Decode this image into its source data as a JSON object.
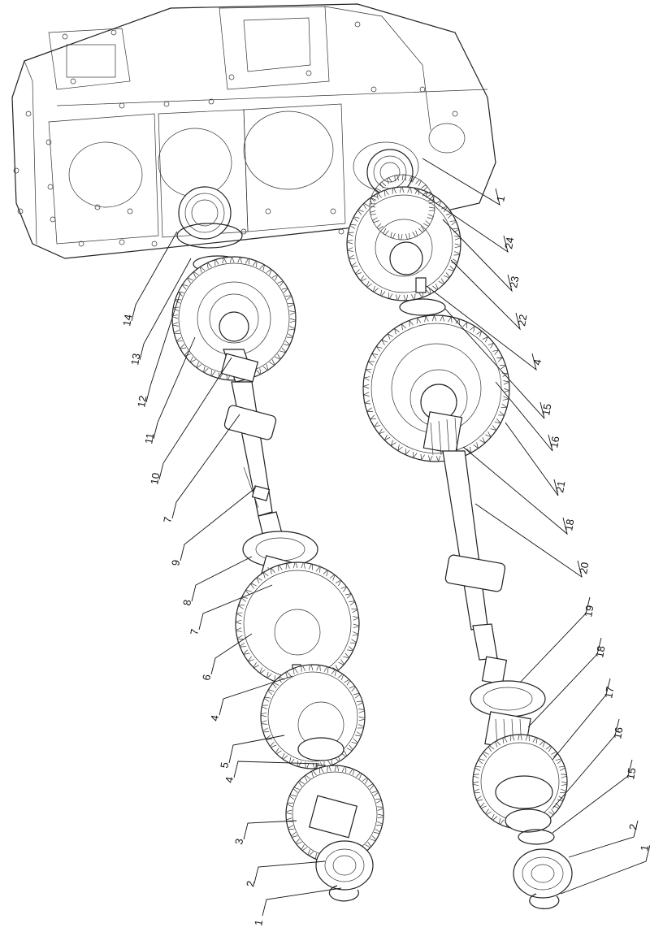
{
  "callouts": [
    {
      "text": "1"
    },
    {
      "text": "2"
    },
    {
      "text": "3"
    },
    {
      "text": "4"
    },
    {
      "text": "5"
    },
    {
      "text": "4"
    },
    {
      "text": "6"
    },
    {
      "text": "7"
    },
    {
      "text": "8"
    },
    {
      "text": "9"
    },
    {
      "text": "7"
    },
    {
      "text": "10"
    },
    {
      "text": "11"
    },
    {
      "text": "12"
    },
    {
      "text": "13"
    },
    {
      "text": "14"
    },
    {
      "text": "1"
    },
    {
      "text": "24"
    },
    {
      "text": "23"
    },
    {
      "text": "22"
    },
    {
      "text": "4"
    },
    {
      "text": "15"
    },
    {
      "text": "16"
    },
    {
      "text": "21"
    },
    {
      "text": "18"
    },
    {
      "text": "20"
    },
    {
      "text": "19"
    },
    {
      "text": "18"
    },
    {
      "text": "17"
    },
    {
      "text": "16"
    },
    {
      "text": "15"
    },
    {
      "text": "2"
    },
    {
      "text": "1"
    }
  ]
}
